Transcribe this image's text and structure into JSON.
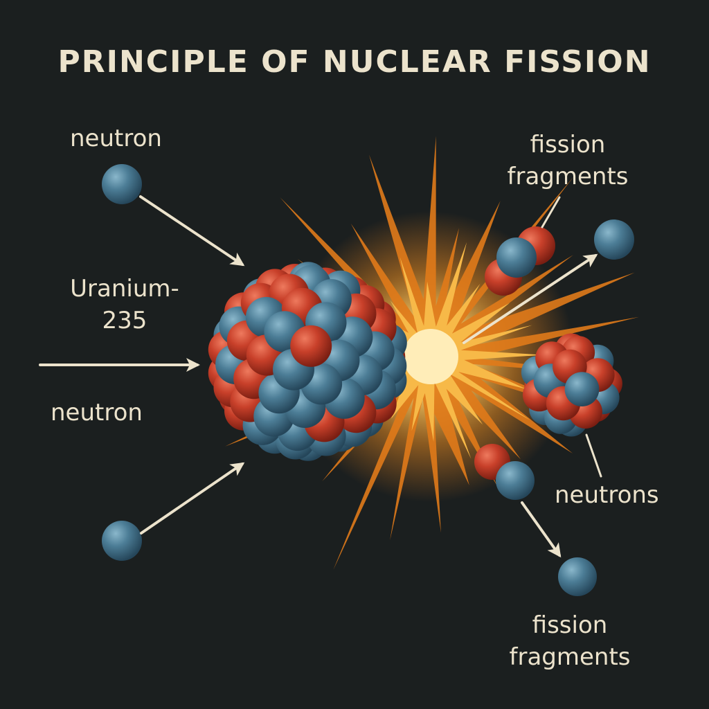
{
  "title": "PRINCIPLE OF NUCLEAR FISSION",
  "labels": {
    "neutron_top": "neutron",
    "uranium_line1": "Uranium-",
    "uranium_line2": "235",
    "neutron_middle": "neutron",
    "fragments_top_line1": "fission",
    "fragments_top_line2": "fragments",
    "neutrons": "neutrons",
    "fragments_bottom_line1": "fission",
    "fragments_bottom_line2": "fragments"
  },
  "colors": {
    "background": "#1b1f1f",
    "text": "#ece3cc",
    "arrow": "#ece3cc",
    "neutron": "#4c7d96",
    "proton": "#c8402a",
    "burst_outer": "#e07a1a",
    "burst_inner": "#f7b948",
    "burst_core": "#fff3c4"
  },
  "icons": {
    "neutron_particle": "blue-sphere",
    "proton_particle": "red-sphere",
    "energy_burst": "starburst"
  }
}
